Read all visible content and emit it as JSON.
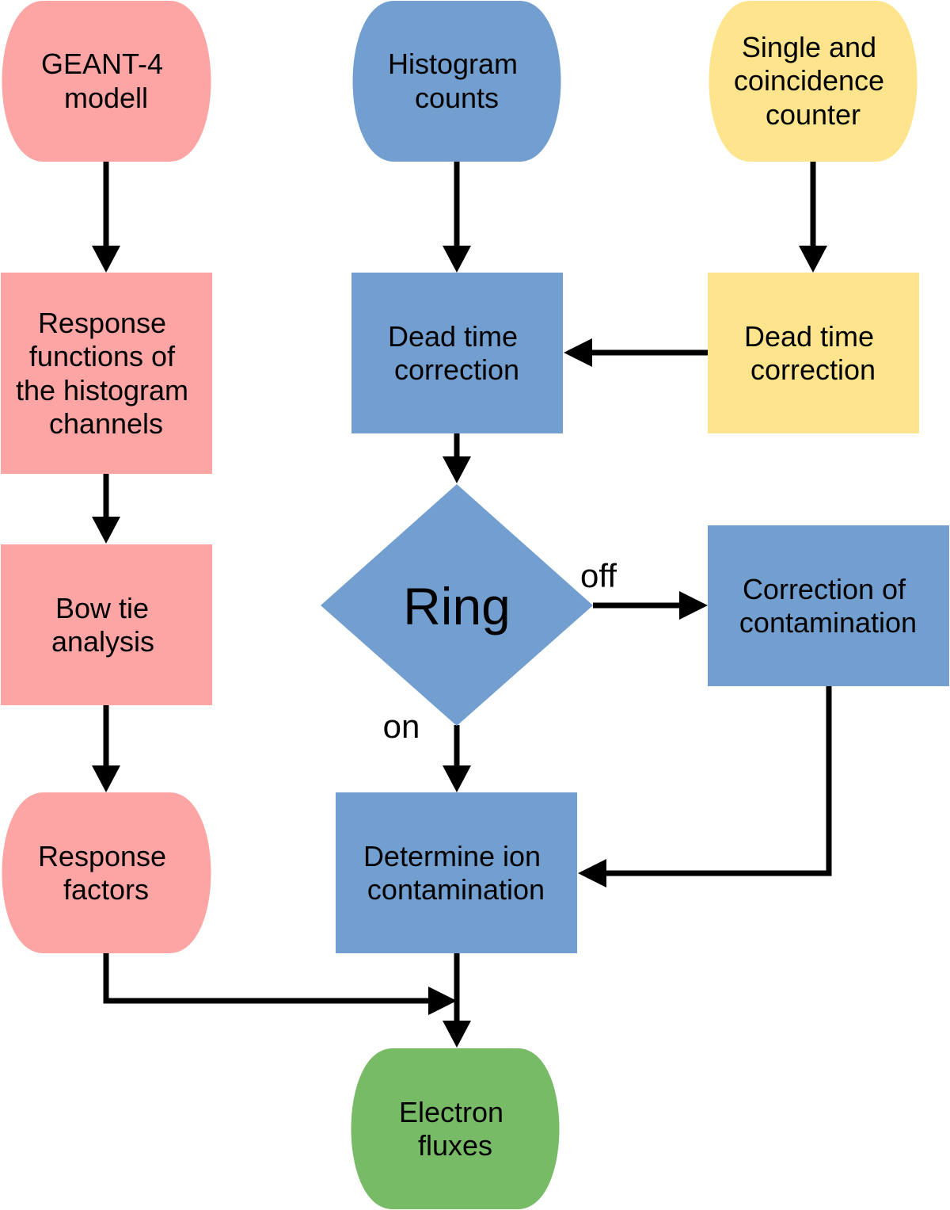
{
  "colors": {
    "pink": "#fda5a5",
    "blue": "#729fcf",
    "yellow": "#fee58d",
    "green": "#77bb66",
    "arrow": "#000000"
  },
  "nodes": {
    "geant4_model": {
      "lines": [
        "GEANT-4",
        "modell"
      ]
    },
    "histogram_counts": {
      "lines": [
        "Histogram",
        "counts"
      ]
    },
    "single_coincidence_counter": {
      "lines": [
        "Single and",
        "coincidence",
        "counter"
      ]
    },
    "response_functions": {
      "lines": [
        "Response",
        "functions of",
        "the histogram",
        "channels"
      ]
    },
    "dead_time_correction_histogram": {
      "lines": [
        "Dead time",
        "correction"
      ]
    },
    "dead_time_correction_counter": {
      "lines": [
        "Dead time",
        "correction"
      ]
    },
    "ring_decision": {
      "lines": [
        "Ring"
      ]
    },
    "correction_of_contamination": {
      "lines": [
        "Correction of",
        "contamination"
      ]
    },
    "bow_tie_analysis": {
      "lines": [
        "Bow tie",
        "analysis"
      ]
    },
    "response_factors": {
      "lines": [
        "Response",
        "factors"
      ]
    },
    "determine_ion_contamination": {
      "lines": [
        "Determine ion",
        "contamination"
      ]
    },
    "electron_fluxes": {
      "lines": [
        "Electron",
        "fluxes"
      ]
    }
  },
  "edge_labels": {
    "ring_off": "off",
    "ring_on": "on"
  }
}
